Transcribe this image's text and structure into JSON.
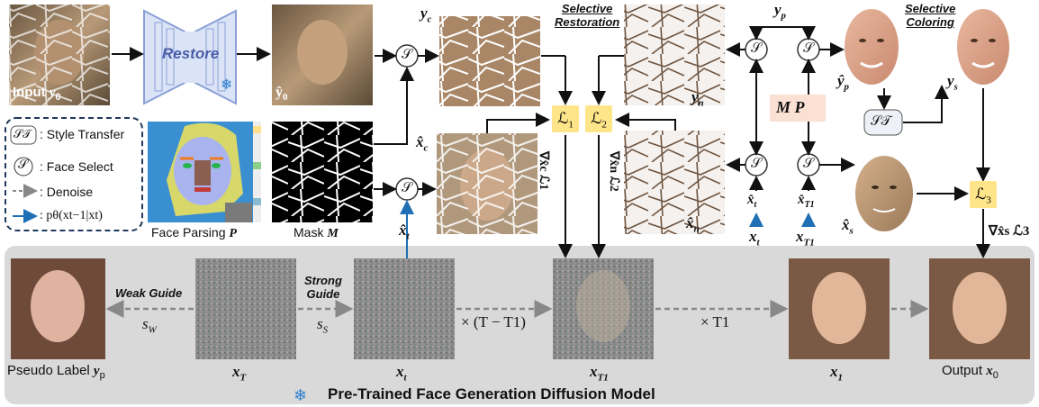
{
  "top_row": {
    "input_label": "Input ",
    "input_sym": "y",
    "input_sub": "0",
    "restore_label": "Restore",
    "restored_sym": "ŷ",
    "restored_sub": "0",
    "yc_sym": "y",
    "yc_sub": "c",
    "selective_restoration_1": "Selective",
    "selective_restoration_2": "Restoration",
    "yn_sym": "y",
    "yn_sub": "n",
    "yp_sym": "y",
    "yp_sub": "p",
    "selective_coloring_1": "Selective",
    "selective_coloring_2": "Coloring",
    "yp_hat_sym": "ŷ",
    "yp_hat_sub": "p",
    "ys_sym": "y",
    "ys_sub": "s"
  },
  "legend": {
    "st_symbol": "𝒮𝒯",
    "st_label": ": Style Transfer",
    "s_symbol": "𝒮",
    "s_label": ": Face Select",
    "denoise_label": ": Denoise",
    "p_label": ": pθ(xt−1|xt)"
  },
  "middle_row": {
    "face_parsing_label": "Face Parsing ",
    "face_parsing_sym": "P",
    "mask_label": "Mask ",
    "mask_sym": "M",
    "xc_hat_sym": "x̂",
    "xc_hat_sub": "c",
    "xt_hat_sym": "x̂",
    "xt_hat_sub": "t",
    "L1": "ℒ",
    "L1_sub": "1",
    "L2": "ℒ",
    "L2_sub": "2",
    "grad1": "∇x̂c ℒ1",
    "grad2": "∇x̂n ℒ2",
    "xn_hat_sym": "x̂",
    "xn_hat_sub": "n",
    "MP": "M P",
    "st_box": "𝒮𝒯",
    "xt_hat2_sym": "x̂",
    "xt_hat2_sub": "t",
    "xT1_hat_sym": "x̂",
    "xT1_hat_sub": "T1",
    "xt_sym": "x",
    "xt_sub": "t",
    "xT1_sym": "x",
    "xT1_sub": "T1",
    "xs_hat_sym": "x̂",
    "xs_hat_sub": "s",
    "L3": "ℒ",
    "L3_sub": "3",
    "grad3": "∇x̂s ℒ3",
    "select_symbol": "𝒮"
  },
  "diffusion": {
    "weak_guide": "Weak Guide",
    "sw": "s",
    "sw_sub": "W",
    "strong_guide_1": "Strong",
    "strong_guide_2": "Guide",
    "ss": "s",
    "ss_sub": "S",
    "times_T_minus": "× (T − T1)",
    "times_T1": "× T1",
    "pseudo_label": "Pseudo Label ",
    "pseudo_sym": "y",
    "pseudo_sub": "p",
    "xT_sym": "x",
    "xT_sub": "T",
    "xt_sym": "x",
    "xt_sub": "t",
    "xT1_sym": "x",
    "xT1_sub": "T1",
    "x1_sym": "x",
    "x1_sub": "1",
    "output_label": "Output ",
    "output_sym": "x",
    "output_sub": "0",
    "model_title": "Pre-Trained Face Generation Diffusion Model"
  },
  "colors": {
    "panel_bg": "#d9d9d9",
    "loss_box": "#ffe58a",
    "mp_box": "#fbe0d4",
    "arrow_blue": "#1f6fb5",
    "restore_fill": "#dbe4f7",
    "restore_stroke": "#8a9fd6",
    "snowflake": "#2f7fd0"
  }
}
